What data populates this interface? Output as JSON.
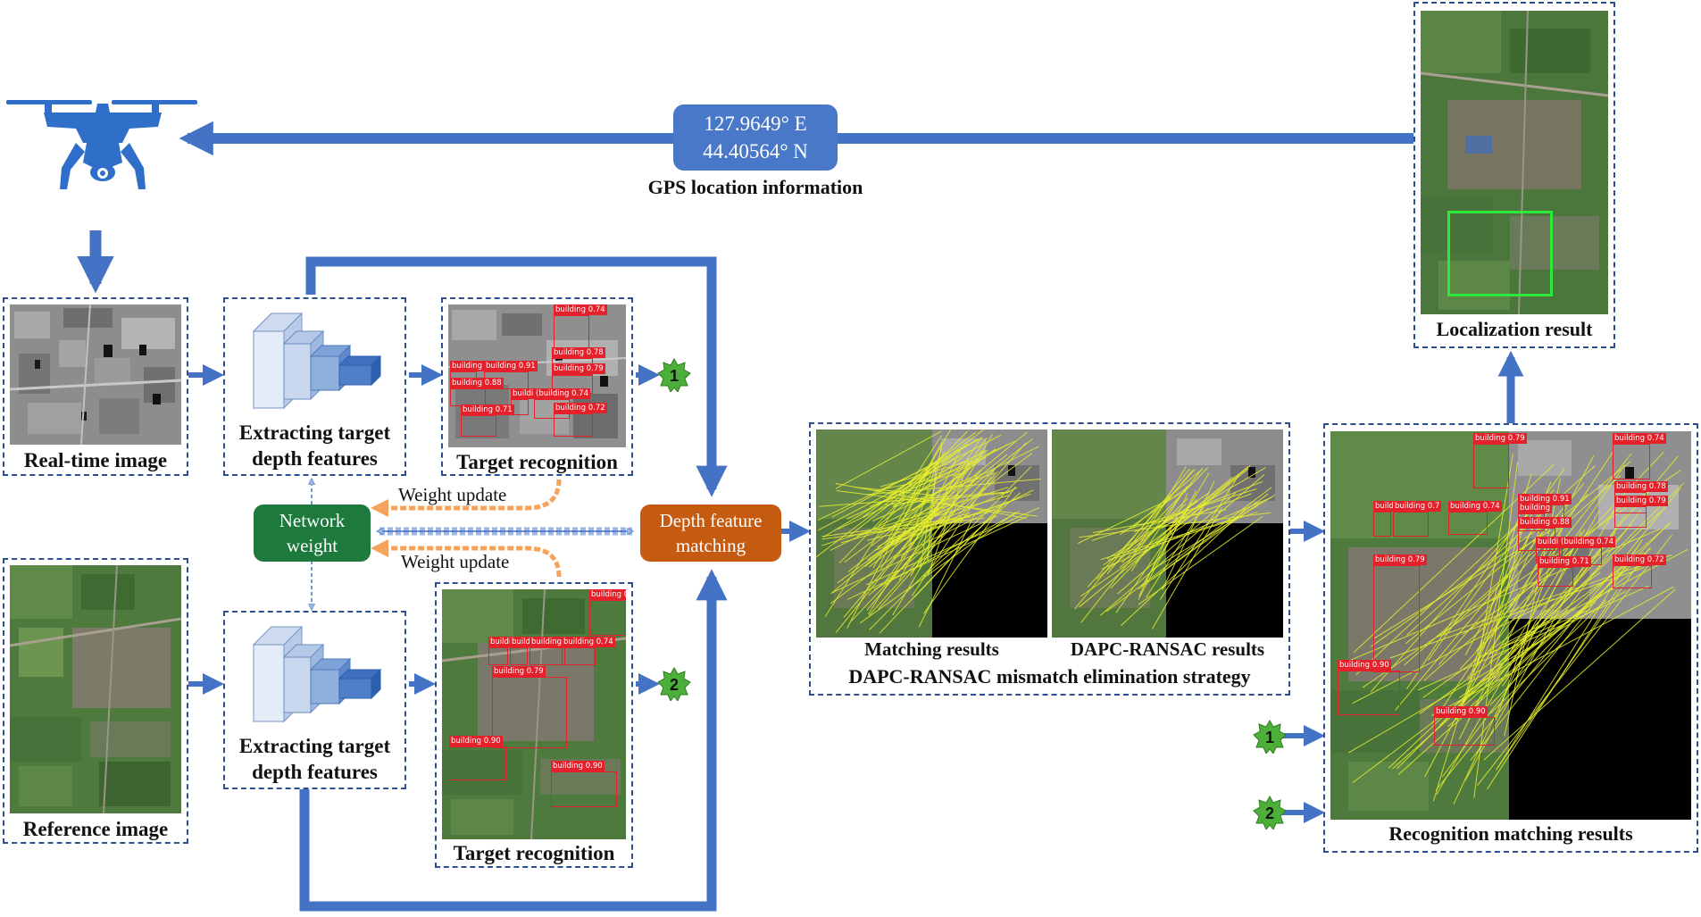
{
  "gps": {
    "lon": "127.9649° E",
    "lat": "44.40564° N",
    "caption": "GPS location information"
  },
  "captions": {
    "real_time_image": "Real-time image",
    "reference_image": "Reference image",
    "extract_top": "Extracting target\ndepth features",
    "extract_bottom": "Extracting target\ndepth features",
    "target_recognition_top": "Target recognition",
    "target_recognition_bottom": "Target recognition",
    "matching_results": "Matching results",
    "dapc_results": "DAPC-RANSAC results",
    "dapc_strategy": "DAPC-RANSAC mismatch elimination strategy",
    "recognition_matching": "Recognition matching results",
    "localization_result": "Localization result"
  },
  "nodes": {
    "network_weight": "Network\nweight",
    "depth_feature_matching": "Depth feature\nmatching"
  },
  "labels": {
    "weight_update_top": "Weight update",
    "weight_update_bottom": "Weight update"
  },
  "badges": {
    "one": "1",
    "two": "2"
  },
  "detections": {
    "top": [
      {
        "label": "building 0.74"
      },
      {
        "label": "building 0.91"
      },
      {
        "label": "building"
      },
      {
        "label": "building 0.78"
      },
      {
        "label": "building 0.79"
      },
      {
        "label": "building 0.88"
      },
      {
        "label": "building"
      },
      {
        "label": "(building 0.74"
      },
      {
        "label": "building 0.71"
      },
      {
        "label": "building 0.72"
      }
    ],
    "bottom": [
      {
        "label": "building 0.79"
      },
      {
        "label": "buildi"
      },
      {
        "label": "building"
      },
      {
        "label": "building 0.7"
      },
      {
        "label": "building 0.74"
      },
      {
        "label": "building 0.79"
      },
      {
        "label": "building 0.90"
      },
      {
        "label": "building 0.90"
      }
    ],
    "result": [
      {
        "label": "building 0.79"
      },
      {
        "label": "building 0.74"
      },
      {
        "label": "building 0.78"
      },
      {
        "label": "building 0.79"
      },
      {
        "label": "building 0.91"
      },
      {
        "label": "buildi"
      },
      {
        "label": "building 0.7"
      },
      {
        "label": "building 0.74"
      },
      {
        "label": "building"
      },
      {
        "label": "building 0.88"
      },
      {
        "label": "building"
      },
      {
        "label": "(building 0.74"
      },
      {
        "label": "building 0.71"
      },
      {
        "label": "building 0.72"
      },
      {
        "label": "building 0.79"
      },
      {
        "label": "building 0.90"
      },
      {
        "label": "building 0.90"
      }
    ]
  },
  "colors": {
    "arrow_blue": "#4472c4",
    "gps_box": "#4a78c8",
    "network_weight": "#1d7a3c",
    "depth_feature_matching": "#c55a11",
    "weight_update_arrow": "#f4a35c",
    "badge_green": "#4caf3a",
    "detection_red": "#e4212a",
    "match_line": "#e6ee2e",
    "localization_box": "#2ee83b"
  },
  "icons": {
    "drone": "drone-icon",
    "cnn": "cnn-feature-pyramid-icon"
  }
}
